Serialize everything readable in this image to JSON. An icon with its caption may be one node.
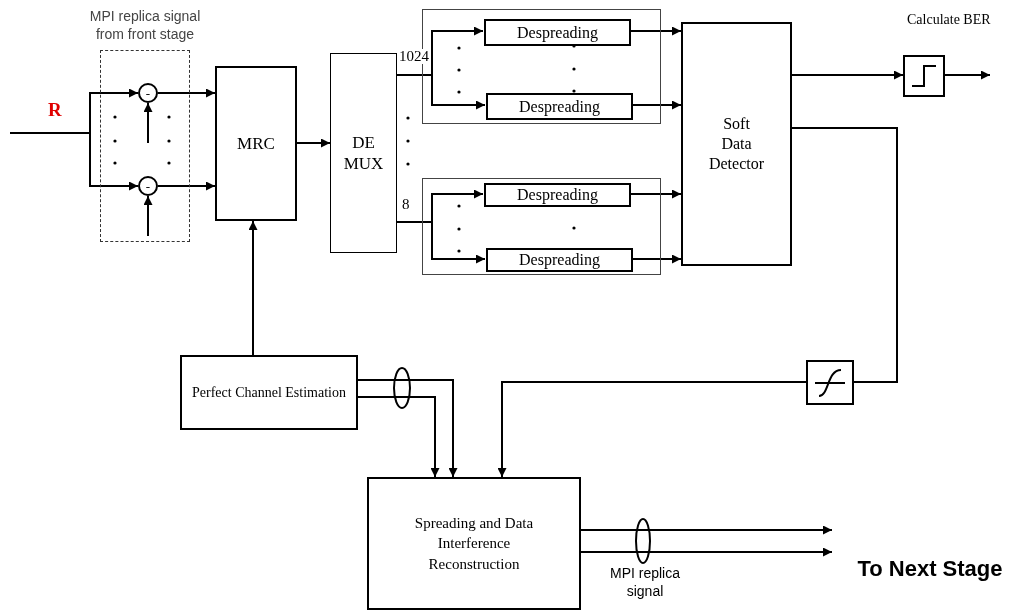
{
  "diagram": {
    "nodes": [
      {
        "text": [
          "MPI replica signal from front stage"
        ]
      },
      {
        "text": [
          "-"
        ],
        "in": 0
      },
      {
        "text": [
          "-"
        ],
        "in": 0
      },
      {
        "text": [
          "MRC"
        ]
      },
      {
        "text": [
          "DE MUX"
        ]
      },
      {
        "text": [],
        "shape": "box"
      },
      {
        "text": [
          "Despreading"
        ],
        "in": 5
      },
      {
        "text": [
          "Despreading"
        ],
        "in": 5
      },
      {
        "text": [],
        "shape": "box"
      },
      {
        "text": [
          "Despreading"
        ],
        "in": 8
      },
      {
        "text": [
          "Despreading"
        ],
        "in": 8
      },
      {
        "text": [
          "Soft Data Detector"
        ]
      },
      {
        "text": [],
        "shape": "box",
        "beside": [
          "Calculate BER"
        ]
      },
      {
        "text": [],
        "shape": "box"
      },
      {
        "text": [
          "Perfect Channel Estimation"
        ]
      },
      {
        "text": [
          "Spreading and Data Interference Reconstruction"
        ]
      },
      {
        "text": [
          "To Next Stage"
        ]
      }
    ],
    "edges": [
      {
        "from": null,
        "to": 1,
        "arrow": "to",
        "label": "R"
      },
      {
        "from": null,
        "to": 2,
        "arrow": "to"
      },
      {
        "from": null,
        "to": 1,
        "arrow": "to"
      },
      {
        "from": null,
        "to": 2,
        "arrow": "to"
      },
      {
        "from": 1,
        "to": 3,
        "arrow": "to"
      },
      {
        "from": 2,
        "to": 3,
        "arrow": "to"
      },
      {
        "from": 3,
        "to": 4,
        "arrow": "to"
      },
      {
        "from": 4,
        "to": 6,
        "arrow": "to",
        "label": "1024"
      },
      {
        "from": 4,
        "to": 7,
        "arrow": "to"
      },
      {
        "from": 4,
        "to": 9,
        "arrow": "to",
        "label": "8"
      },
      {
        "from": 4,
        "to": 10,
        "arrow": "to"
      },
      {
        "from": 6,
        "to": 11,
        "arrow": "to"
      },
      {
        "from": 7,
        "to": 11,
        "arrow": "to"
      },
      {
        "from": 9,
        "to": 11,
        "arrow": "to"
      },
      {
        "from": 10,
        "to": 11,
        "arrow": "to"
      },
      {
        "from": 11,
        "to": 12,
        "arrow": "to"
      },
      {
        "from": 12,
        "to": null,
        "arrow": "to"
      },
      {
        "from": 11,
        "to": 13,
        "arrow": "none"
      },
      {
        "from": 13,
        "to": 15,
        "arrow": "to"
      },
      {
        "from": 14,
        "to": 3,
        "arrow": "to"
      },
      {
        "from": 14,
        "to": 15,
        "arrow": "to"
      },
      {
        "from": 14,
        "to": 15,
        "arrow": "to"
      },
      {
        "from": 15,
        "to": 16,
        "arrow": "to"
      },
      {
        "from": 15,
        "to": 16,
        "arrow": "to"
      }
    ],
    "labels": [
      "MPI replica signal"
    ]
  }
}
